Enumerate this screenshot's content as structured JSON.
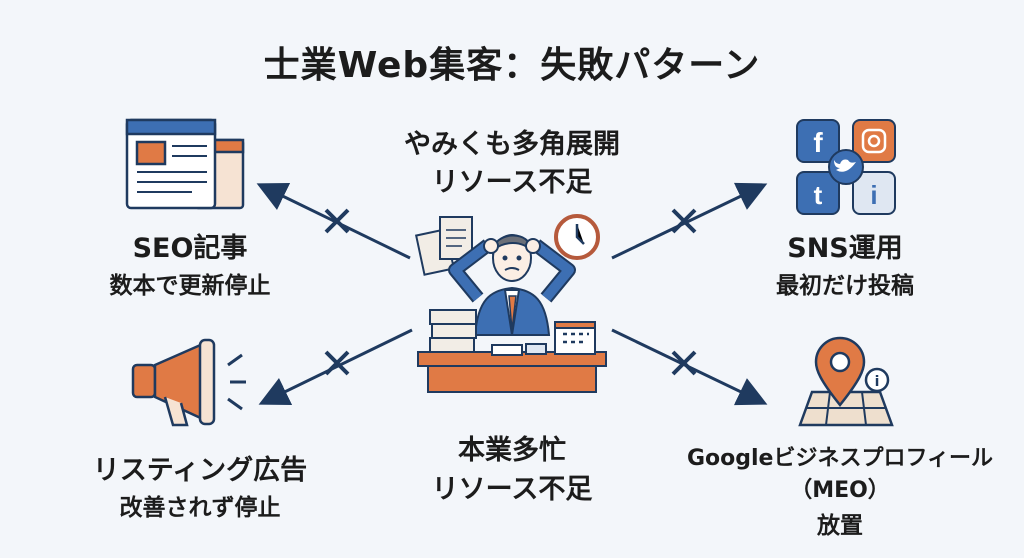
{
  "title": "士業Web集客：失敗パターン",
  "center_top": {
    "line1": "やみくも多角展開",
    "line2": "リソース不足"
  },
  "center_bottom": {
    "line1": "本業多忙",
    "line2": "リソース不足"
  },
  "items": [
    {
      "label": "SEO記事",
      "sub": "数本で更新停止",
      "icon": "web-pages-icon"
    },
    {
      "label": "SNS運用",
      "sub": "最初だけ投稿",
      "icon": "social-media-icon"
    },
    {
      "label": "リスティング広告",
      "sub": "改善されず停止",
      "icon": "megaphone-icon"
    },
    {
      "label": "Googleビジネスプロフィール",
      "label2": "（MEO）",
      "sub": "放置",
      "icon": "map-pin-icon"
    }
  ],
  "colors": {
    "navy": "#1f3a5f",
    "blue": "#3d6fb3",
    "orange": "#e07a45",
    "background": "#f3f6fa"
  }
}
